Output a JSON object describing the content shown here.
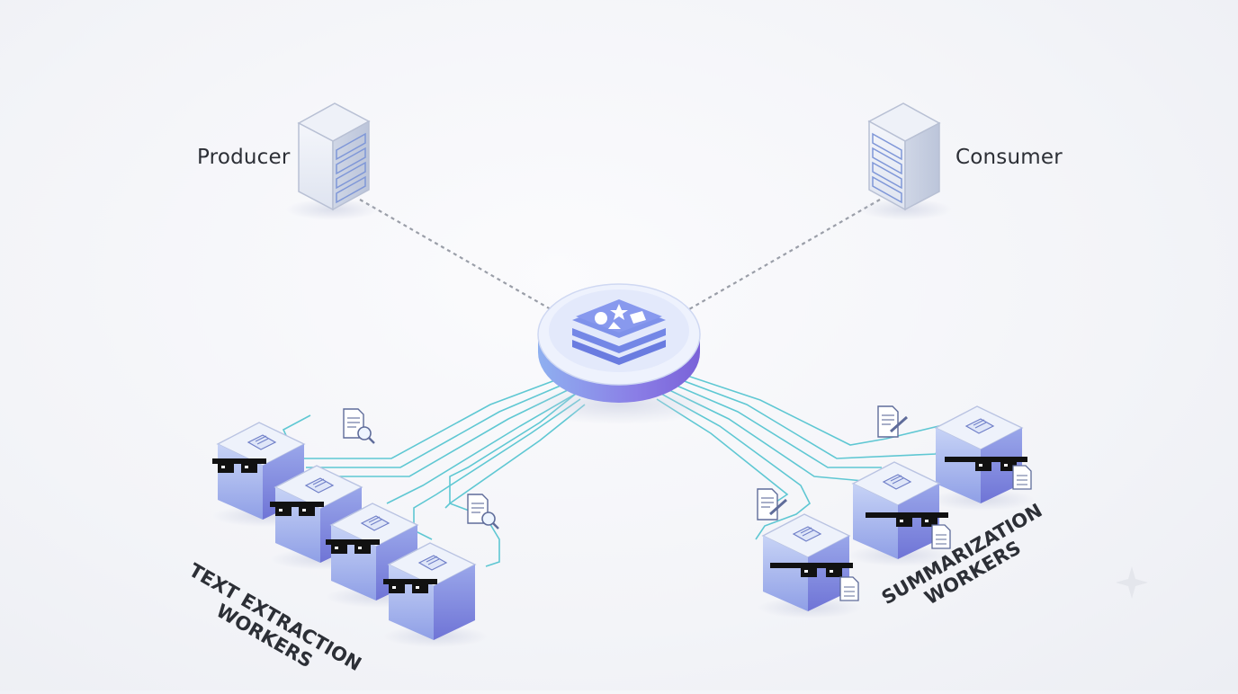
{
  "producer": {
    "label": "Producer"
  },
  "consumer": {
    "label": "Consumer"
  },
  "queue": {
    "icon": "redis-stack-icon"
  },
  "text_workers": {
    "line1": "TEXT EXTRACTION",
    "line2": "WORKERS",
    "count": 4
  },
  "summary_workers": {
    "line1": "SUMMARIZATION",
    "line2": "WORKERS",
    "count": 3
  },
  "colors": {
    "wire": "#4fc3cf",
    "dashed": "#9a9ea8",
    "cube_top": "#eef2fb",
    "cube_side": "#7f8fe0",
    "cube_front": "#aebcf2",
    "hub_top": "#e9eefc",
    "hub_icon": "#6d7fe3"
  }
}
